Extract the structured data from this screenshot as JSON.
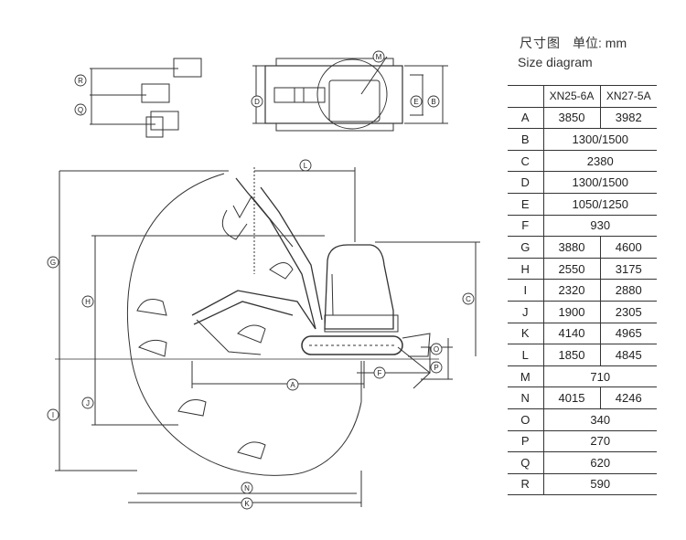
{
  "header": {
    "title_cn": "尺寸图",
    "unit_cn": "单位: mm",
    "title_en": "Size diagram"
  },
  "table": {
    "models": [
      "XN25-6A",
      "XN27-5A"
    ],
    "rows": [
      {
        "label": "A",
        "values": [
          "3850",
          "3982"
        ]
      },
      {
        "label": "B",
        "values": [
          "1300/1500"
        ]
      },
      {
        "label": "C",
        "values": [
          "2380"
        ]
      },
      {
        "label": "D",
        "values": [
          "1300/1500"
        ]
      },
      {
        "label": "E",
        "values": [
          "1050/1250"
        ]
      },
      {
        "label": "F",
        "values": [
          "930"
        ]
      },
      {
        "label": "G",
        "values": [
          "3880",
          "4600"
        ]
      },
      {
        "label": "H",
        "values": [
          "2550",
          "3175"
        ]
      },
      {
        "label": "I",
        "values": [
          "2320",
          "2880"
        ]
      },
      {
        "label": "J",
        "values": [
          "1900",
          "2305"
        ]
      },
      {
        "label": "K",
        "values": [
          "4140",
          "4965"
        ]
      },
      {
        "label": "L",
        "values": [
          "1850",
          "4845"
        ]
      },
      {
        "label": "M",
        "values": [
          "710"
        ]
      },
      {
        "label": "N",
        "values": [
          "4015",
          "4246"
        ]
      },
      {
        "label": "O",
        "values": [
          "340"
        ]
      },
      {
        "label": "P",
        "values": [
          "270"
        ]
      },
      {
        "label": "Q",
        "values": [
          "620"
        ]
      },
      {
        "label": "R",
        "values": [
          "590"
        ]
      }
    ]
  },
  "diagram": {
    "dimension_labels": [
      "A",
      "B",
      "C",
      "D",
      "E",
      "F",
      "G",
      "H",
      "I",
      "J",
      "K",
      "L",
      "M",
      "N",
      "O",
      "P",
      "Q",
      "R"
    ]
  }
}
